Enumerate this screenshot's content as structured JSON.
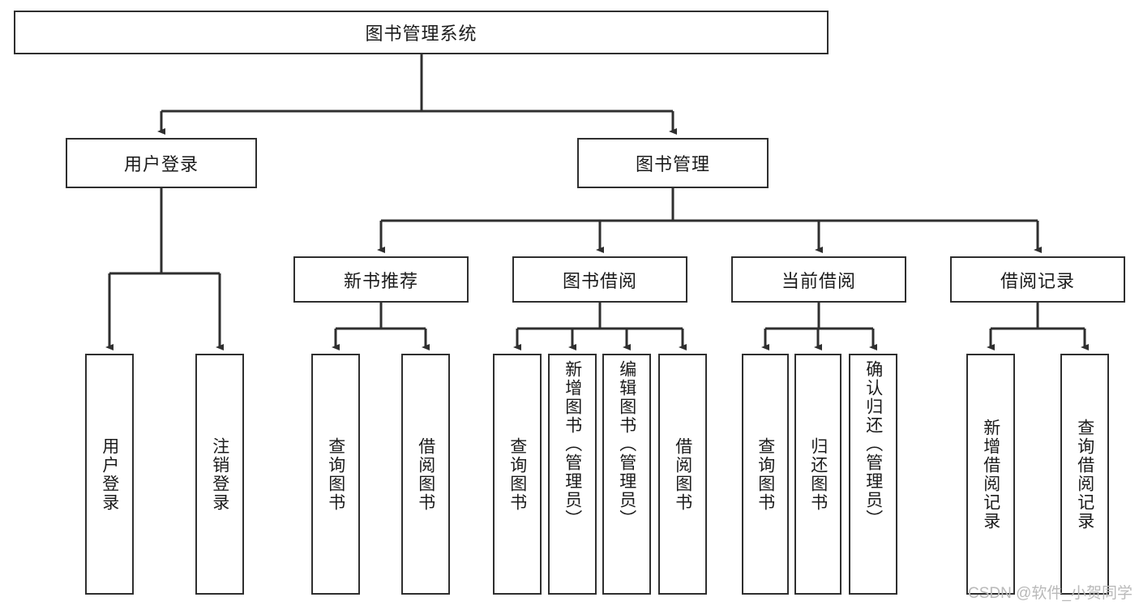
{
  "diagram": {
    "type": "tree",
    "title": "图书管理系统",
    "background_color": "#ffffff",
    "line_color": "#2f2f2f",
    "text_color": "#1b1b1b",
    "root": {
      "label": "图书管理系统",
      "orientation": "horizontal"
    },
    "level1": [
      {
        "label": "用户登录",
        "orientation": "horizontal"
      },
      {
        "label": "图书管理",
        "orientation": "horizontal"
      }
    ],
    "level2": [
      {
        "label": "新书推荐",
        "orientation": "horizontal"
      },
      {
        "label": "图书借阅",
        "orientation": "horizontal"
      },
      {
        "label": "当前借阅",
        "orientation": "horizontal"
      },
      {
        "label": "借阅记录",
        "orientation": "horizontal"
      }
    ],
    "leaves": {
      "user_login": [
        {
          "label": "用户登录",
          "orientation": "vertical"
        },
        {
          "label": "注销登录",
          "orientation": "vertical"
        }
      ],
      "new_book_recommend": [
        {
          "label": "查询图书",
          "orientation": "vertical"
        },
        {
          "label": "借阅图书",
          "orientation": "vertical"
        }
      ],
      "book_borrow": [
        {
          "label": "查询图书",
          "orientation": "vertical"
        },
        {
          "label": "新增图书（管理员）",
          "orientation": "vertical"
        },
        {
          "label": "编辑图书（管理员）",
          "orientation": "vertical"
        },
        {
          "label": "借阅图书",
          "orientation": "vertical"
        }
      ],
      "current_borrow": [
        {
          "label": "查询图书",
          "orientation": "vertical"
        },
        {
          "label": "归还图书",
          "orientation": "vertical"
        },
        {
          "label": "确认归还（管理员）",
          "orientation": "vertical"
        }
      ],
      "borrow_record": [
        {
          "label": "新增借阅记录",
          "orientation": "vertical"
        },
        {
          "label": "查询借阅记录",
          "orientation": "vertical"
        }
      ]
    }
  },
  "watermark": {
    "text": "CSDN @软件_小贺同学"
  }
}
